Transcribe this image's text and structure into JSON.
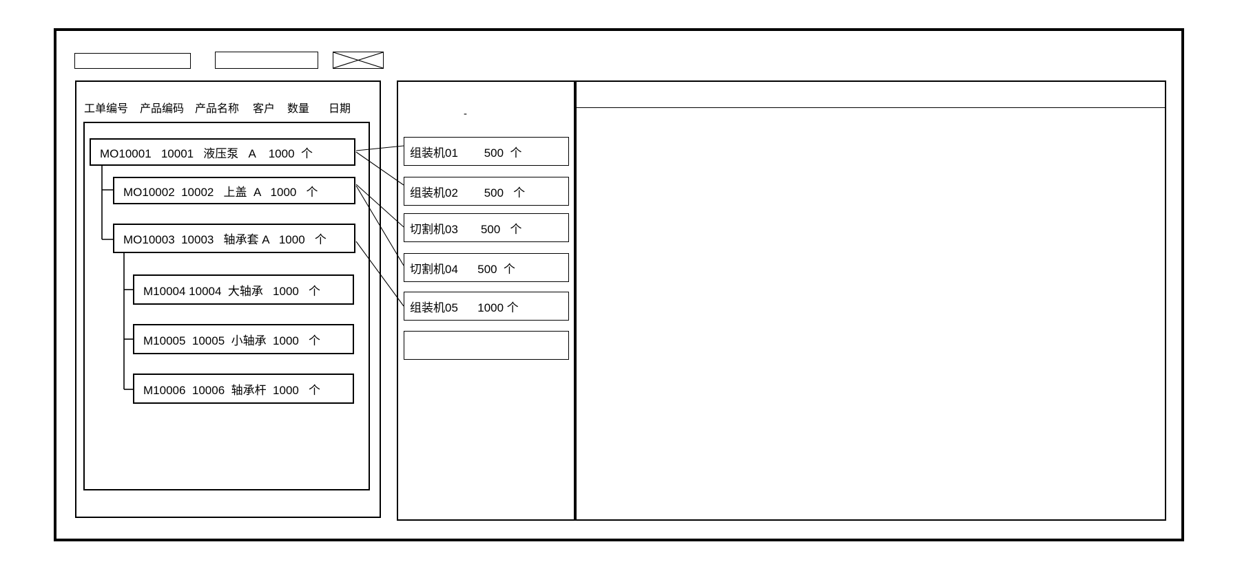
{
  "colors": {
    "line": "#000000",
    "background": "#ffffff"
  },
  "top_bar": {
    "field1_value": "",
    "field2_value": "",
    "image_placeholder": "crossed-box"
  },
  "left_panel": {
    "columns": [
      "工单编号",
      "产品编码",
      "产品名称",
      "客户",
      "数量",
      "日期"
    ],
    "orders": [
      {
        "id": "MO10001",
        "order_no": "MO10001",
        "product_code": "10001",
        "product_name": "液压泵",
        "customer": "A",
        "qty": "1000",
        "unit": "个",
        "level": 0,
        "parent": null,
        "display": "MO10001   10001   液压泵   A    1000  个"
      },
      {
        "id": "MO10002",
        "order_no": "MO10002",
        "product_code": "10002",
        "product_name": "上盖",
        "customer": "A",
        "qty": "1000",
        "unit": "个",
        "level": 1,
        "parent": "MO10001",
        "display": "MO10002  10002   上盖  A   1000   个"
      },
      {
        "id": "MO10003",
        "order_no": "MO10003",
        "product_code": "10003",
        "product_name": "轴承套",
        "customer": "A",
        "qty": "1000",
        "unit": "个",
        "level": 1,
        "parent": "MO10001",
        "display": "MO10003  10003   轴承套 A   1000   个"
      },
      {
        "id": "M10004",
        "order_no": "M10004",
        "product_code": "10004",
        "product_name": "大轴承",
        "customer": "",
        "qty": "1000",
        "unit": "个",
        "level": 2,
        "parent": "MO10003",
        "display": "M10004 10004  大轴承   1000   个"
      },
      {
        "id": "M10005",
        "order_no": "M10005",
        "product_code": "10005",
        "product_name": "小轴承",
        "customer": "",
        "qty": "1000",
        "unit": "个",
        "level": 2,
        "parent": "MO10003",
        "display": "M10005  10005  小轴承  1000   个"
      },
      {
        "id": "M10006",
        "order_no": "M10006",
        "product_code": "10006",
        "product_name": "轴承杆",
        "customer": "",
        "qty": "1000",
        "unit": "个",
        "level": 2,
        "parent": "MO10003",
        "display": "M10006  10006  轴承杆  1000   个"
      }
    ]
  },
  "middle_panel": {
    "mark": "-",
    "machines": [
      {
        "name": "组装机01",
        "qty": "500",
        "unit": "个",
        "display": "组装机01        500  个"
      },
      {
        "name": "组装机02",
        "qty": "500",
        "unit": "个",
        "display": "组装机02        500   个"
      },
      {
        "name": "切割机03",
        "qty": "500",
        "unit": "个",
        "display": "切割机03       500   个"
      },
      {
        "name": "切割机04",
        "qty": "500",
        "unit": "个",
        "display": "切割机04      500  个"
      },
      {
        "name": "组装机05",
        "qty": "1000",
        "unit": "个",
        "display": "组装机05      1000 个"
      },
      {
        "name": "",
        "qty": "",
        "unit": "",
        "display": ""
      }
    ]
  },
  "right_panel": {
    "content": ""
  },
  "connections": [
    {
      "from": "MO10001",
      "to": "组装机01"
    },
    {
      "from": "MO10001",
      "to": "组装机02"
    },
    {
      "from": "MO10002",
      "to": "切割机03"
    },
    {
      "from": "MO10002",
      "to": "切割机04"
    },
    {
      "from": "MO10003",
      "to": "组装机05"
    }
  ]
}
